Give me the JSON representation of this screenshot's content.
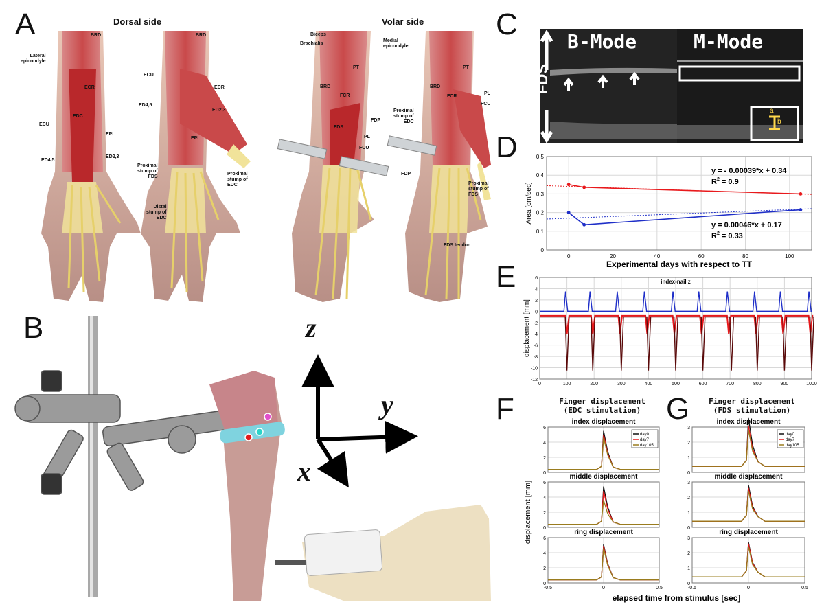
{
  "panels": {
    "A": {
      "label": "A",
      "dorsal_header": "Dorsal side",
      "volar_header": "Volar side",
      "forearm1_labels": [
        "BRD",
        "Lateral\nepicondyle",
        "ECR",
        "EDC",
        "ECU",
        "EPL",
        "ED4,5",
        "ED2,3"
      ],
      "forearm2_labels": [
        "BRD",
        "ECU",
        "ECR",
        "ED4,5",
        "ED2,3",
        "EPL",
        "Proximal\nstump of\nFDS",
        "Proximal\nstump of\nEDC",
        "Distal\nstump of\nEDC"
      ],
      "forearm3_labels": [
        "Biceps",
        "Brachialis",
        "Medial\nepicondyle",
        "PT",
        "BRD",
        "FCR",
        "FDS",
        "FDP",
        "PL",
        "FCU"
      ],
      "forearm4_labels": [
        "PT",
        "BRD",
        "FCR",
        "PL",
        "FCU",
        "Proximal\nstump of\nEDC",
        "FDP",
        "Proximal\nstump of\nFDS",
        "FDS tendon"
      ]
    },
    "B": {
      "label": "B",
      "axis_z": "z",
      "axis_y": "y",
      "axis_x": "x"
    },
    "C": {
      "label": "C",
      "bmode": "B-Mode",
      "mmode": "M-Mode",
      "fds": "FDS",
      "inset_a": "a",
      "inset_b": "b"
    },
    "D": {
      "label": "D"
    },
    "E": {
      "label": "E"
    },
    "F": {
      "label": "F",
      "title": "Finger displacement\n(EDC stimulation)"
    },
    "G": {
      "label": "G",
      "title": "Finger displacement\n(FDS stimulation)"
    }
  },
  "chart_data": [
    {
      "id": "D",
      "type": "line",
      "xlabel": "Experimental days with respect to TT",
      "ylabel": "Area [cm/sec]",
      "xlim": [
        -10,
        110
      ],
      "ylim": [
        0,
        0.5
      ],
      "xticks": [
        0,
        20,
        40,
        60,
        80,
        100
      ],
      "yticks": [
        0,
        0.1,
        0.2,
        0.3,
        0.4,
        0.5
      ],
      "xtick_labels": [
        "0",
        "20",
        "40",
        "60",
        "80",
        "100"
      ],
      "ytick_labels": [
        "0",
        "0.1",
        "0.2",
        "0.3",
        "0.4",
        "0.5"
      ],
      "grid": true,
      "series": [
        {
          "color": "#e8191c",
          "x": [
            0,
            7,
            105
          ],
          "y": [
            0.35,
            0.335,
            0.3
          ],
          "fit": [
            0.34,
            -0.00039
          ]
        },
        {
          "color": "#1f2fc8",
          "x": [
            0,
            7,
            105
          ],
          "y": [
            0.2,
            0.135,
            0.215
          ],
          "fit": [
            0.17,
            0.00046
          ]
        }
      ],
      "annotations": [
        {
          "text": "y = - 0.00039*x + 0.34",
          "r2_prefix": "R",
          "r2_sup": "2",
          "r2_value": " = 0.9"
        },
        {
          "text": "y = 0.00046*x + 0.17",
          "r2_prefix": "R",
          "r2_sup": "2",
          "r2_value": " = 0.33"
        }
      ]
    },
    {
      "id": "E",
      "type": "line",
      "title": "index-nail z",
      "ylabel": "displacement [mm]",
      "xlim": [
        0,
        1000
      ],
      "ylim": [
        -12,
        6
      ],
      "xticks": [
        0,
        100,
        200,
        300,
        400,
        500,
        600,
        700,
        800,
        900,
        1000
      ],
      "yticks": [
        6,
        4,
        2,
        0,
        -2,
        -4,
        -6,
        -8,
        -10,
        -12
      ],
      "xtick_labels": [
        "0",
        "100",
        "200",
        "300",
        "400",
        "500",
        "600",
        "700",
        "800",
        "900",
        "1000"
      ],
      "ytick_labels": [
        "6",
        "4",
        "2",
        "0",
        "-2",
        "-4",
        "-6",
        "-8",
        "-10",
        "-12"
      ],
      "grid": true,
      "series": [
        {
          "color": "#1f2fc8",
          "kind": "spikes_up",
          "events": [
            95,
            185,
            285,
            385,
            490,
            585,
            690,
            790,
            885,
            990
          ],
          "peak": 3.5,
          "baseline": 0
        },
        {
          "color": "#e8191c",
          "kind": "spikes_down",
          "events": [
            100,
            195,
            295,
            395,
            495,
            595,
            695,
            795,
            895,
            995
          ],
          "peak": -4,
          "baseline": -0.8
        },
        {
          "color": "#5a0a0a",
          "kind": "spikes_down",
          "events": [
            100,
            195,
            300,
            400,
            500,
            600,
            705,
            800,
            900,
            1000
          ],
          "peak": -10.5,
          "baseline": -1
        }
      ]
    }
  ],
  "small_plots": {
    "F": [
      {
        "title": "index displacement",
        "peak": [
          5.5,
          5.0,
          4.6
        ],
        "legend": [
          "day0",
          "day7",
          "day105"
        ]
      },
      {
        "title": "middle displacement",
        "peak": [
          5.4,
          4.8,
          3.6
        ]
      },
      {
        "title": "ring displacement",
        "peak": [
          5.1,
          4.9,
          4.6
        ]
      }
    ],
    "G": [
      {
        "title": "index displacement",
        "peak": [
          3.6,
          3.1,
          2.8
        ],
        "legend": [
          "day0",
          "day7",
          "day105"
        ]
      },
      {
        "title": "middle displacement",
        "peak": [
          2.8,
          2.6,
          2.4
        ]
      },
      {
        "title": "ring displacement",
        "peak": [
          2.7,
          2.6,
          2.4
        ]
      }
    ],
    "ylabel": "displacement [mm]",
    "xlabel": "elapsed time from stimulus [sec]",
    "yticks": [
      "6",
      "4",
      "2",
      "0"
    ],
    "F_yticks": [
      "6",
      "4",
      "2",
      "0"
    ],
    "G_yticks": [
      "3",
      "2",
      "1",
      "0"
    ],
    "xticks": [
      "-0.5",
      "0",
      "0.5"
    ],
    "colors": [
      "#111111",
      "#e8191c",
      "#9a7c1e"
    ]
  }
}
